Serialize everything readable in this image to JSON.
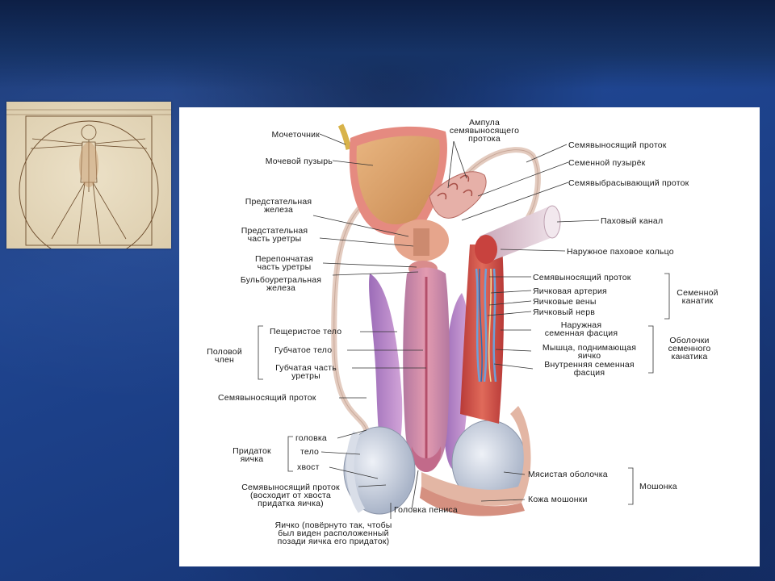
{
  "labels": {
    "ureter": "Мочеточник",
    "bladder": "Мочевой пузырь",
    "ampulla": "Ампула\nсемявыносящего\nпротока",
    "vas_deferens_top": "Семявыносящий проток",
    "seminal_vesicle": "Семенной пузырёк",
    "ejaculatory_duct": "Семявыбрасывающий проток",
    "prostate": "Предстательная\nжелеза",
    "prostatic_urethra": "Предстательная\nчасть уретры",
    "inguinal_canal": "Паховый канал",
    "external_ring": "Наружное паховое кольцо",
    "membranous_urethra": "Перепончатая\nчасть уретры",
    "bulbourethral": "Бульбоуретральная\nжелеза",
    "cord_vas": "Семявыносящий проток",
    "testicular_artery": "Яичковая артерия",
    "testicular_veins": "Яичковые вены",
    "testicular_nerve": "Яичковый нерв",
    "spermatic_cord": "Семенной\nканатик",
    "external_fascia": "Наружная\nсеменная фасция",
    "cord_coverings": "Оболочки\nсеменного\nканатика",
    "cremaster": "Мышца, поднимающая\nяичко",
    "internal_fascia": "Внутренняя семенная\nфасция",
    "cavernous_body": "Пещеристое тело",
    "spongy_body": "Губчатое тело",
    "spongy_urethra": "Губчатая часть\nуретры",
    "penis": "Половой\nчлен",
    "vas_deferens_left": "Семявыносящий проток",
    "epididymis_head": "головка",
    "epididymis_body": "тело",
    "epididymis_tail": "хвост",
    "epididymis": "Придаток\nяичка",
    "vas_deferens_bottom": "Семявыносящий проток\n(восходит от хвоста\nпридатка яичка)",
    "glans": "Головка пениса",
    "testis": "Яичко (повёрнуто так, чтобы\nбыл виден расположенный\nпозади яичка его придаток)",
    "dartos": "Мясистая оболочка",
    "scrotum_skin": "Кожа мошонки",
    "scrotum": "Мошонка"
  },
  "colors": {
    "muscle": "#d94e4a",
    "penis_pink": "#d98aa0",
    "penis_purple": "#b37cc6",
    "testis": "#c9d1e0",
    "duct": "#e6c9bd"
  }
}
